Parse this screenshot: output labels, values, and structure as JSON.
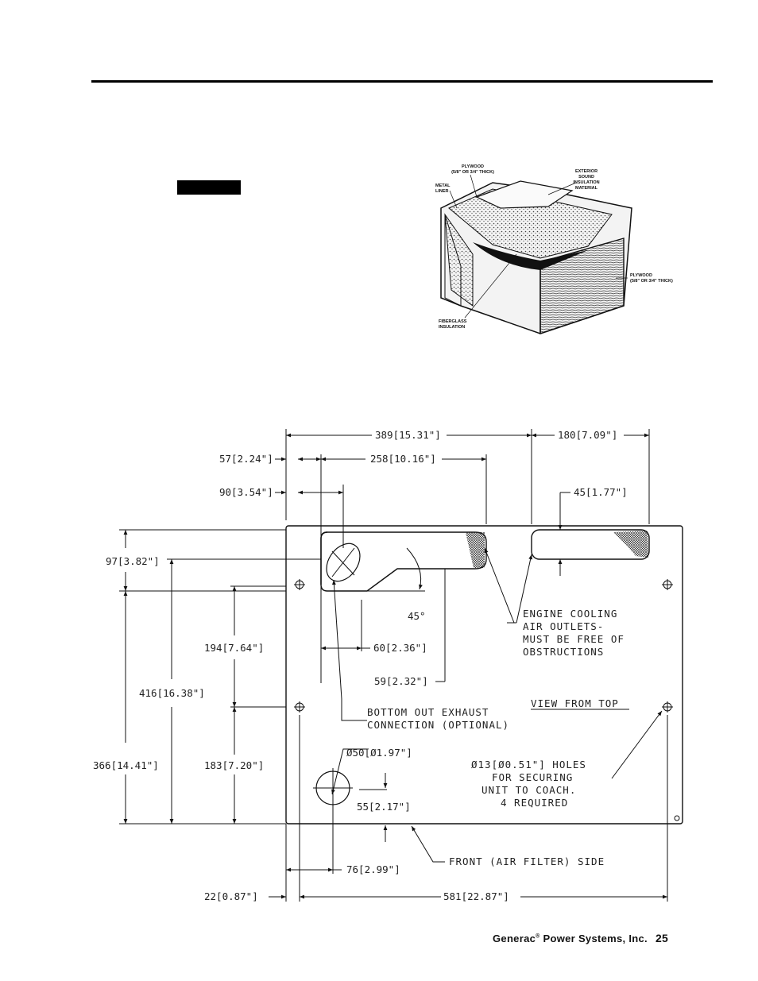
{
  "insulation_figure": {
    "labels": {
      "plywood_top_1": "PLYWOOD",
      "plywood_top_2": "(5/8\" OR 3/4\" THICK)",
      "metal_liner_1": "METAL",
      "metal_liner_2": "LINER",
      "exterior_1": "EXTERIOR",
      "exterior_2": "SOUND",
      "exterior_3": "INSULATION",
      "exterior_4": "MATERIAL",
      "plywood_side_1": "PLYWOOD",
      "plywood_side_2": "(5/8\" OR 3/4\" THICK)",
      "fiberglass_1": "FIBERGLASS",
      "fiberglass_2": "INSULATION"
    }
  },
  "drawing": {
    "dims": {
      "d389": "389[15.31\"]",
      "d180": "180[7.09\"]",
      "d57": "57[2.24\"]",
      "d258": "258[10.16\"]",
      "d90": "90[3.54\"]",
      "d45": "45[1.77\"]",
      "d97": "97[3.82\"]",
      "angle": "45°",
      "d60": "60[2.36\"]",
      "d194": "194[7.64\"]",
      "d59": "59[2.32\"]",
      "d416": "416[16.38\"]",
      "d183": "183[7.20\"]",
      "d366": "366[14.41\"]",
      "dia50": "Ø50[Ø1.97\"]",
      "d55": "55[2.17\"]",
      "d76": "76[2.99\"]",
      "d22": "22[0.87\"]",
      "d581": "581[22.87\"]"
    },
    "notes": {
      "cooling_1": "ENGINE COOLING",
      "cooling_2": "AIR OUTLETS-",
      "cooling_3": "MUST BE FREE OF",
      "cooling_4": "OBSTRUCTIONS",
      "exhaust_1": "BOTTOM OUT EXHAUST",
      "exhaust_2": "CONNECTION (OPTIONAL)",
      "view": "VIEW FROM TOP",
      "holes_1": "Ø13[Ø0.51\"] HOLES",
      "holes_2": "FOR SECURING",
      "holes_3": "UNIT TO COACH.",
      "holes_4": "4 REQUIRED",
      "front": "FRONT (AIR FILTER) SIDE"
    }
  },
  "footer": {
    "company": "Generac",
    "reg": "®",
    "rest": " Power Systems, Inc.",
    "page": "25"
  }
}
